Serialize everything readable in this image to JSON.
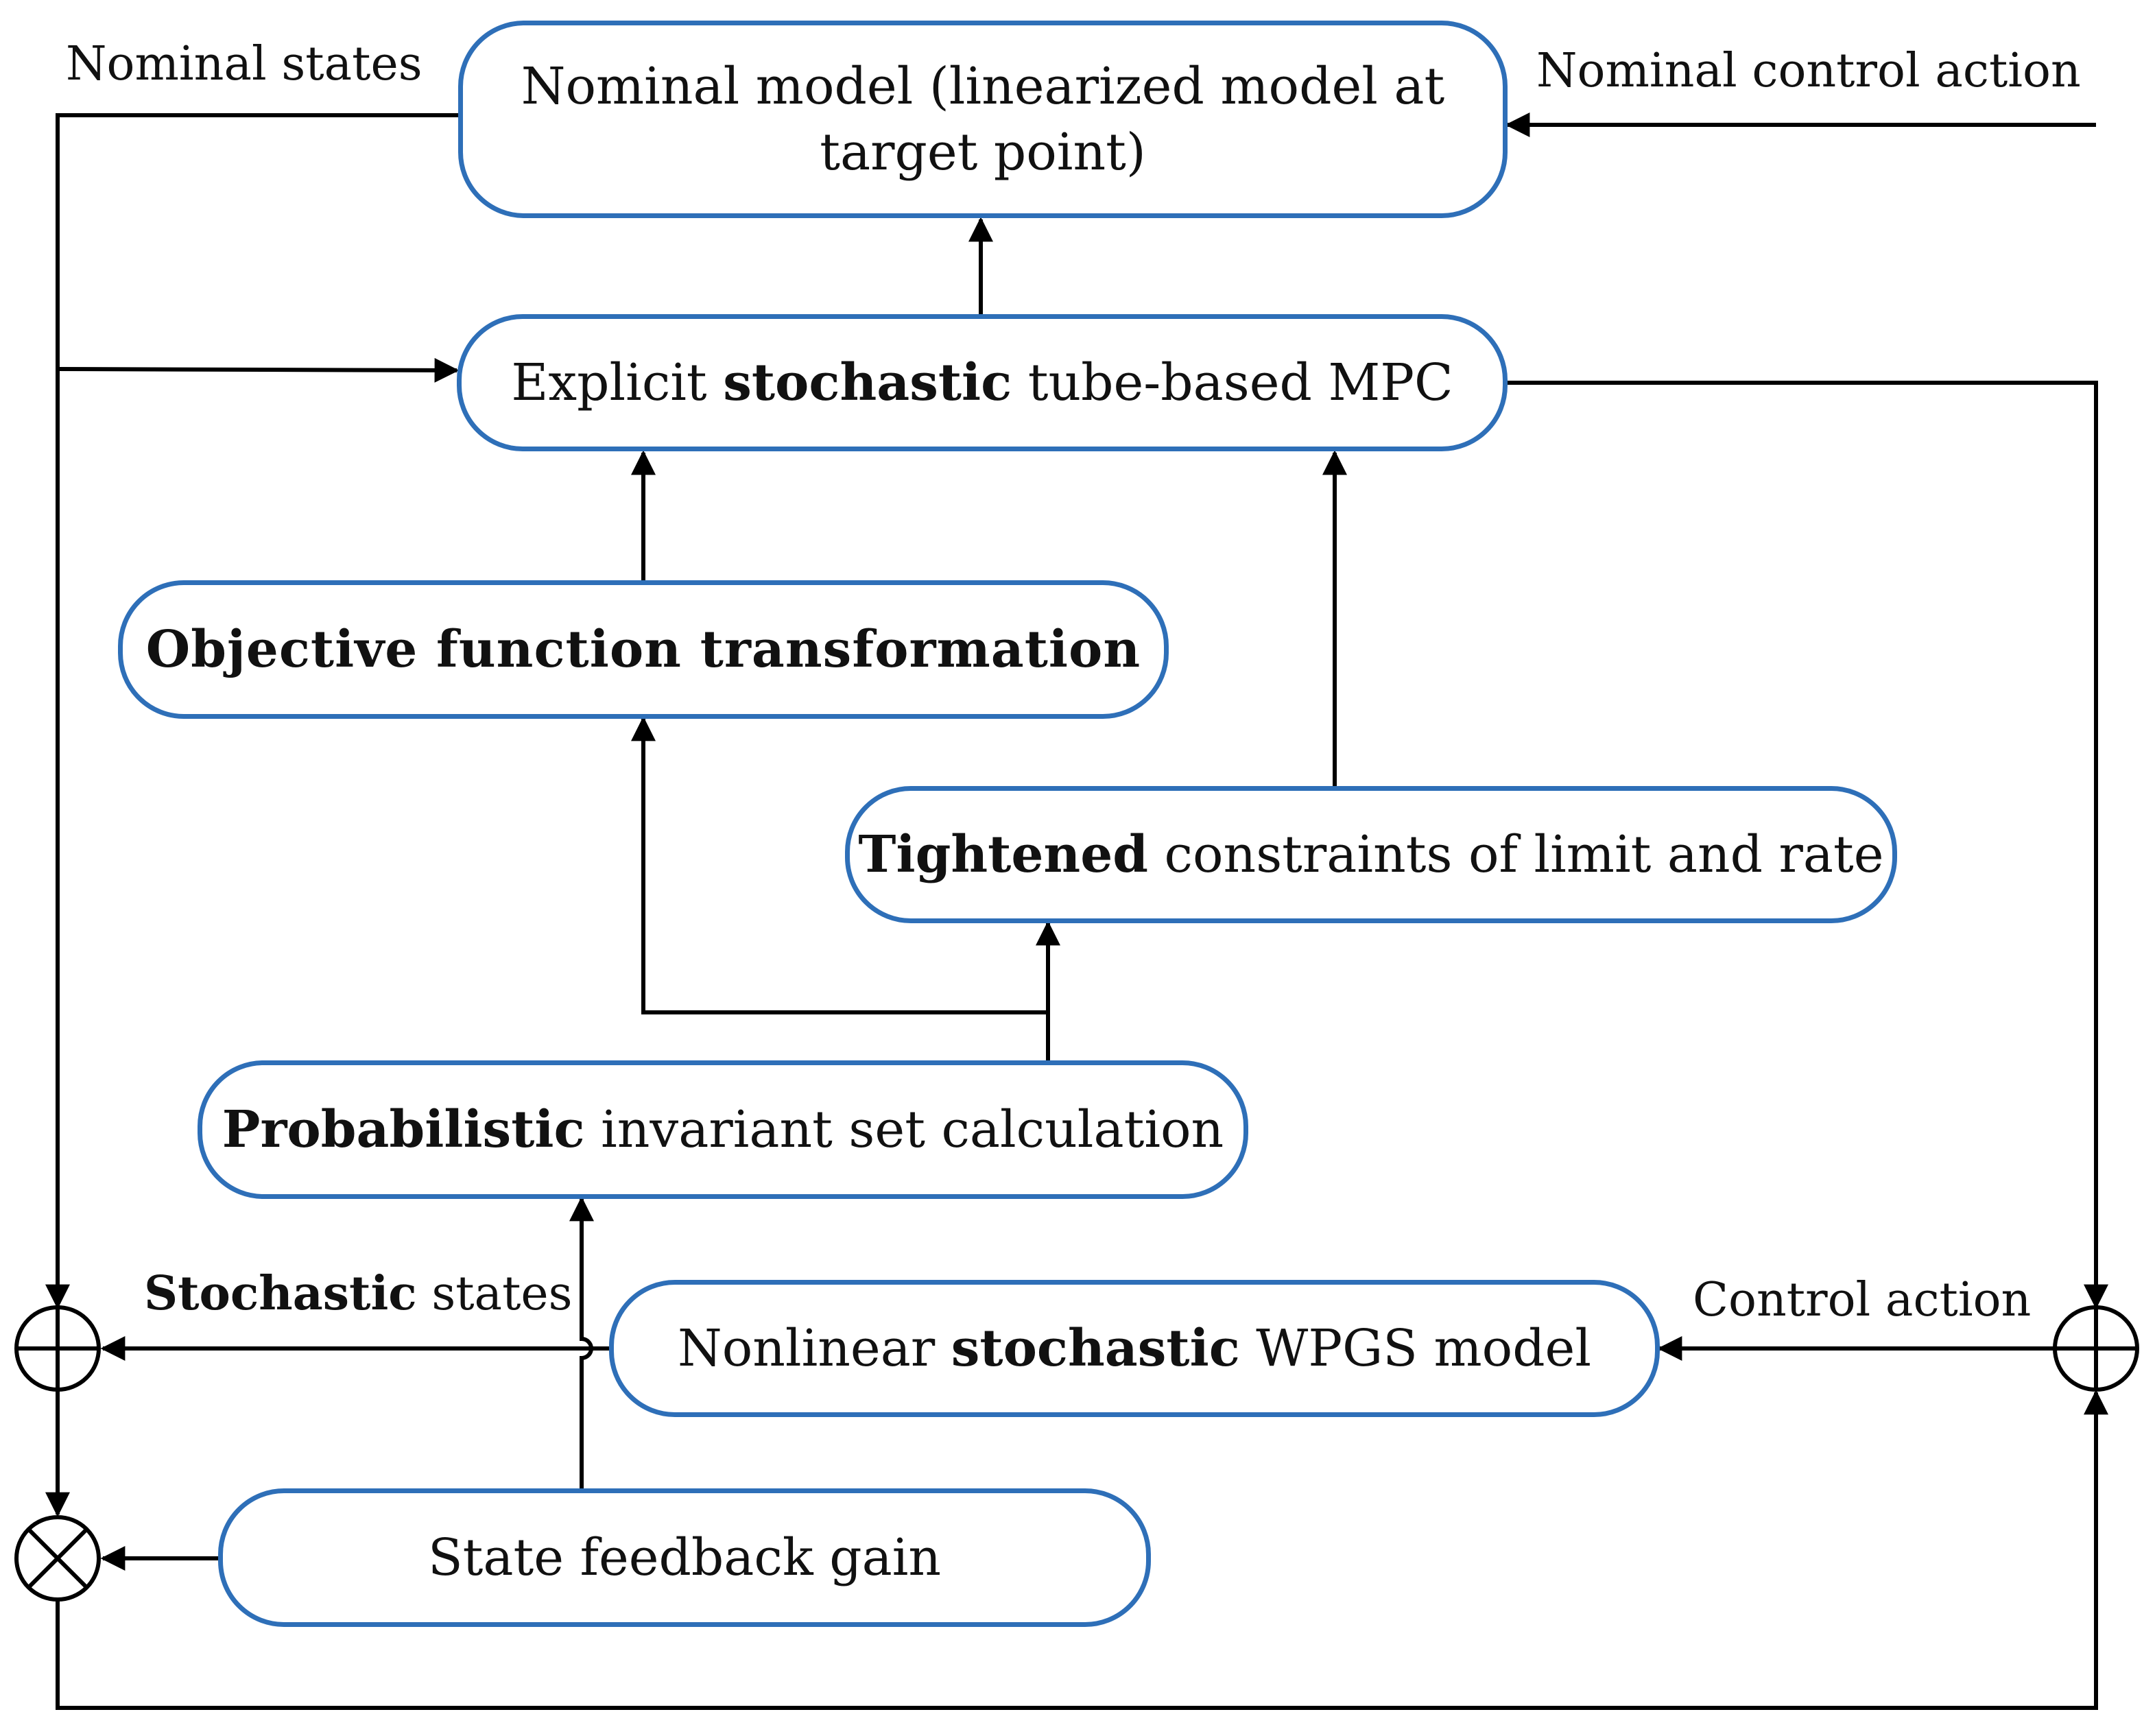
{
  "boxes": {
    "nominal_model": {
      "text": "Nominal model (linearized model at target point)"
    },
    "mpc": {
      "pre": "Explicit ",
      "bold": "stochastic",
      "post": " tube-based MPC"
    },
    "objective": {
      "bold": "Objective function transformation"
    },
    "tightened": {
      "bold": "Tightened",
      "post": " constraints of limit and rate"
    },
    "probabilistic": {
      "bold": "Probabilistic",
      "post": " invariant set calculation"
    },
    "nonlinear": {
      "pre": "Nonlinear ",
      "bold": "stochastic",
      "post": " WPGS model"
    },
    "feedback": {
      "text": "State feedback gain"
    }
  },
  "labels": {
    "nominal_states": "Nominal states",
    "nominal_control_action": "Nominal control action",
    "stochastic_states_bold": "Stochastic",
    "stochastic_states_rest": " states",
    "control_action": "Control action"
  },
  "colors": {
    "box_border": "#2e6fb8",
    "line": "#000000"
  }
}
